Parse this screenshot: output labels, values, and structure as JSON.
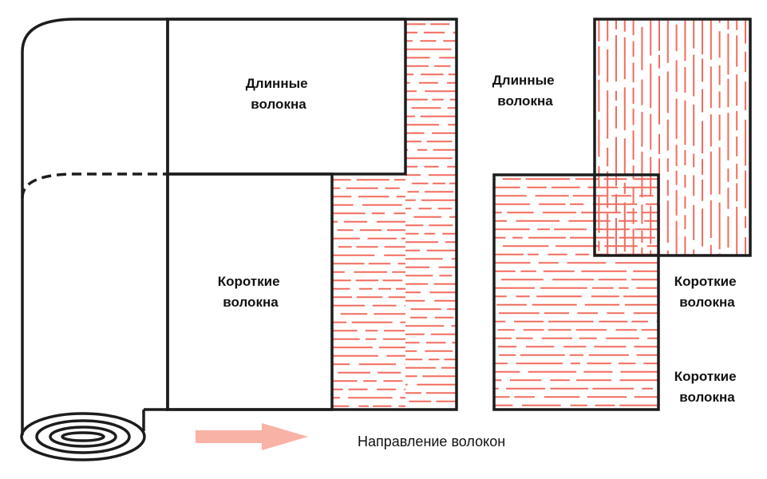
{
  "colors": {
    "outline": "#1c1c1c",
    "fiber": "#f26b5e",
    "arrow": "#f8b2a6",
    "background": "#ffffff"
  },
  "labels": {
    "long_fibers_left_1": "Длинные",
    "long_fibers_left_2": "волокна",
    "short_fibers_left_1": "Короткие",
    "short_fibers_left_2": "волокна",
    "long_fibers_right_1": "Длинные",
    "long_fibers_right_2": "волокна",
    "short_fibers_right_a_1": "Короткие",
    "short_fibers_right_a_2": "волокна",
    "short_fibers_right_b_1": "Короткие",
    "short_fibers_right_b_2": "волокна",
    "direction_caption": "Направление волокон"
  },
  "icons": {
    "roll": "paper-roll-icon",
    "arrow": "direction-arrow-icon"
  }
}
